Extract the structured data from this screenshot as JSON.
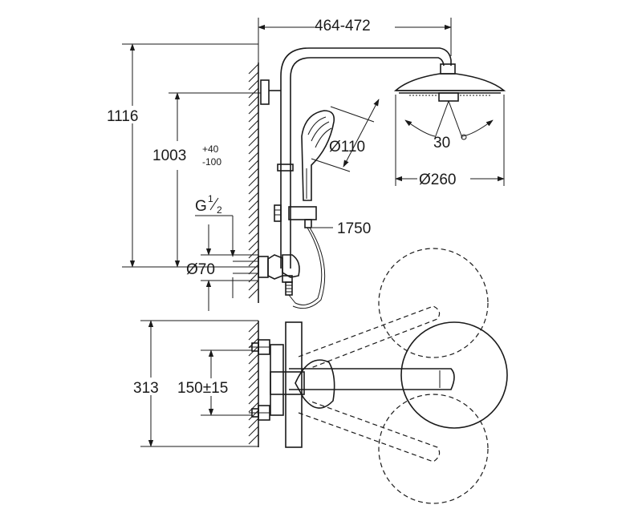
{
  "dimensions": {
    "arm_reach": "464-472",
    "total_height": "1116",
    "outlet_height": "1003",
    "outlet_tol_plus": "+40",
    "outlet_tol_minus": "-100",
    "thread_g": "G",
    "thread_num": "1",
    "thread_den": "2",
    "rosette_dia": "Ø70",
    "handshower_dia": "Ø110",
    "hose_length": "1750",
    "swivel_angle": "30",
    "head_dia": "Ø260",
    "top_depth": "313",
    "centre_distance": "150±15"
  },
  "colors": {
    "line": "#1a1a1a",
    "background": "#ffffff"
  }
}
